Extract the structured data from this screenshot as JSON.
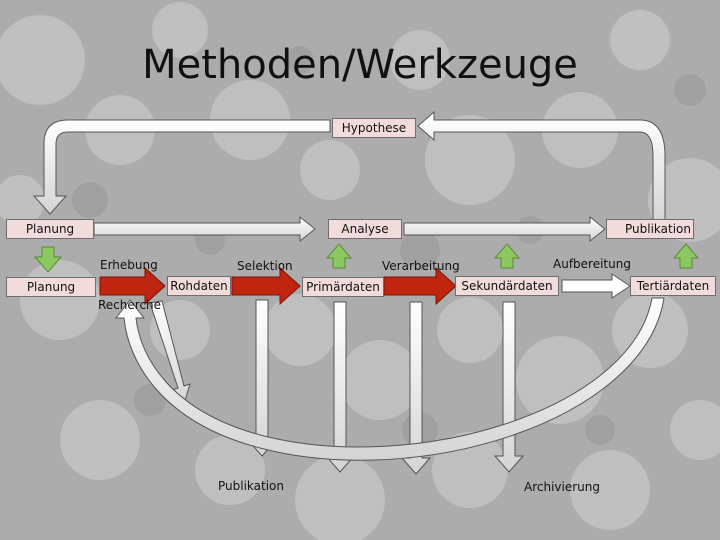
{
  "title": "Methoden/Werkzeuge",
  "boxes": {
    "hypothese": "Hypothese",
    "planung_top": "Planung",
    "analyse": "Analyse",
    "publikation_top": "Publikation",
    "planung": "Planung",
    "rohdaten": "Rohdaten",
    "primaerdaten": "Primärdaten",
    "sekundaerdaten": "Sekundärdaten",
    "tertiaerdaten": "Tertiärdaten"
  },
  "labels": {
    "erhebung": "Erhebung",
    "recherche": "Recherche",
    "selektion": "Selektion",
    "verarbeitung": "Verarbeitung",
    "aufbereitung": "Aufbereitung",
    "publikation_bottom": "Publikation",
    "archivierung": "Archivierung"
  },
  "colors": {
    "box_fill": "#f2dcdb",
    "process_arrow": "#c0250f",
    "up_arrow": "#8cc860",
    "grey_arrow": "#e4e4e4"
  }
}
